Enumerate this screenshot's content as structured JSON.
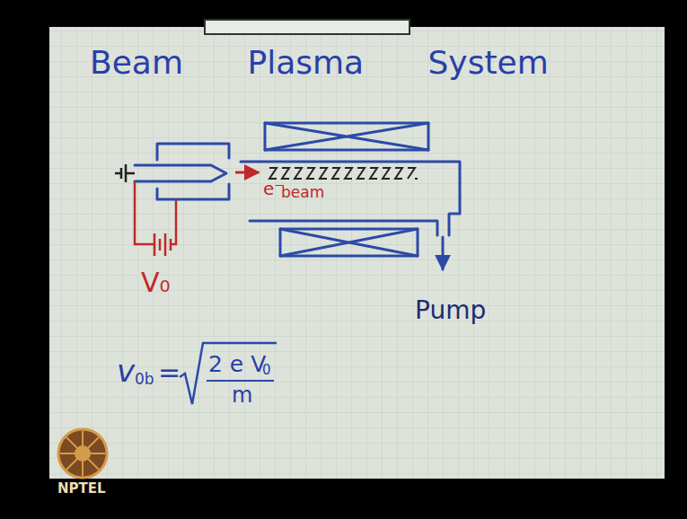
{
  "diagram": {
    "title": "Beam Plasma System",
    "labels": [
      "e⁻",
      "beam",
      "V₀",
      "Pump",
      "v",
      "0b",
      "=",
      "2 e V",
      "0",
      "m",
      "NPTEL"
    ]
  }
}
